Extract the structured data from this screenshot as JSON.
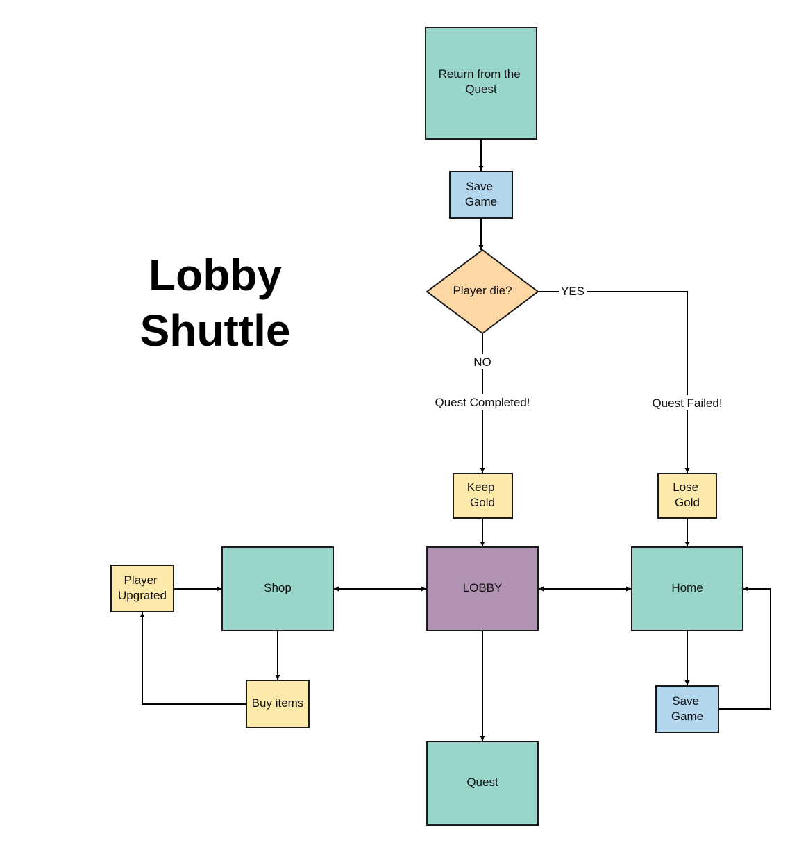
{
  "title": {
    "line1": "Lobby",
    "line2": "Shuttle"
  },
  "colors": {
    "teal": "#9ad5cb",
    "blue": "#b3d6ef",
    "yellow": "#fde9a9",
    "orange": "#fdd7a6",
    "purple": "#b292b3",
    "line": "#000000"
  },
  "nodes": {
    "return_quest": {
      "lines": [
        "Return from the",
        "Quest"
      ],
      "color": "teal"
    },
    "save_game_top": {
      "lines": [
        "Save",
        "Game"
      ],
      "color": "blue"
    },
    "player_die": {
      "lines": [
        "Player die?"
      ],
      "color": "orange"
    },
    "keep_gold": {
      "lines": [
        "Keep",
        "Gold"
      ],
      "color": "yellow"
    },
    "lose_gold": {
      "lines": [
        "Lose",
        "Gold"
      ],
      "color": "yellow"
    },
    "lobby": {
      "lines": [
        "LOBBY"
      ],
      "color": "purple"
    },
    "shop": {
      "lines": [
        "Shop"
      ],
      "color": "teal"
    },
    "home": {
      "lines": [
        "Home"
      ],
      "color": "teal"
    },
    "player_upgraded": {
      "lines": [
        "Player",
        "Upgrated"
      ],
      "color": "yellow"
    },
    "buy_items": {
      "lines": [
        "Buy items"
      ],
      "color": "yellow"
    },
    "save_game_home": {
      "lines": [
        "Save",
        "Game"
      ],
      "color": "blue"
    },
    "quest": {
      "lines": [
        "Quest"
      ],
      "color": "teal"
    }
  },
  "edge_labels": {
    "yes": "YES",
    "no": "NO",
    "quest_completed": "Quest Completed!",
    "quest_failed": "Quest Failed!"
  }
}
